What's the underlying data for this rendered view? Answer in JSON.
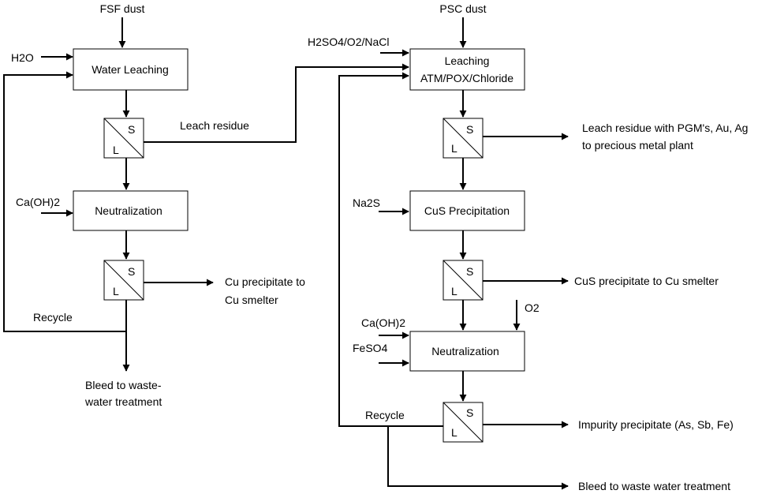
{
  "left": {
    "input_label": "FSF dust",
    "water_label": "H2O",
    "process1": "Water Leaching",
    "sep1_s": "S",
    "sep1_l": "L",
    "residue_label": "Leach residue",
    "reagent2": "Ca(OH)2",
    "process2": "Neutralization",
    "sep2_s": "S",
    "sep2_l": "L",
    "product_line1": "Cu precipitate to",
    "product_line2": "Cu smelter",
    "recycle_label": "Recycle",
    "bleed_line1": "Bleed to waste-",
    "bleed_line2": "water treatment"
  },
  "right": {
    "input_label": "PSC dust",
    "reagent1": "H2SO4/O2/NaCl",
    "process1_line1": "Leaching",
    "process1_line2": "ATM/POX/Chloride",
    "sep1_s": "S",
    "sep1_l": "L",
    "residue_line1": "Leach residue with PGM's, Au, Ag",
    "residue_line2": "to precious metal plant",
    "reagent2": "Na2S",
    "process2": "CuS Precipitation",
    "sep2_s": "S",
    "sep2_l": "L",
    "cus_output": "CuS precipitate to Cu smelter",
    "reagent3a": "Ca(OH)2",
    "reagent3b": "FeSO4",
    "reagent3c": "O2",
    "process3": "Neutralization",
    "sep3_s": "S",
    "sep3_l": "L",
    "recycle_label": "Recycle",
    "impurity_output": "Impurity precipitate (As, Sb, Fe)",
    "bleed_output": "Bleed to waste water treatment"
  }
}
